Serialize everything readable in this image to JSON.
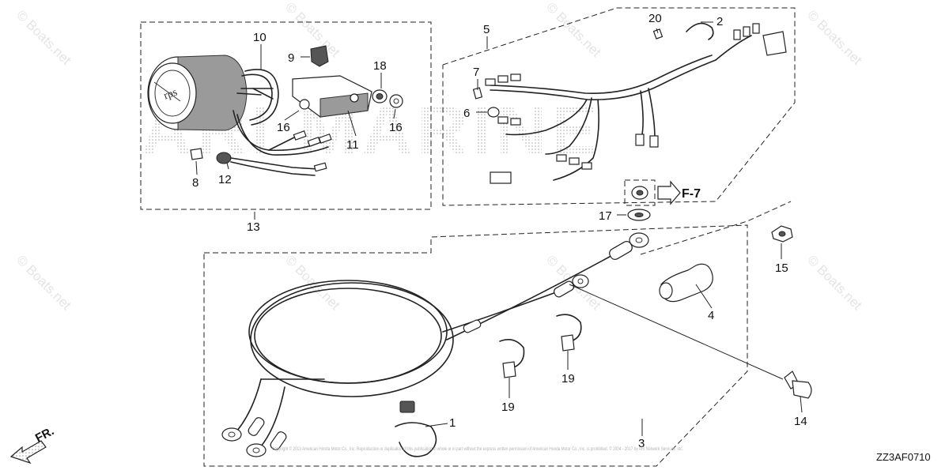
{
  "diagram_code": "ZZ3AF0710",
  "direction_indicator": "FR.",
  "reference": "F-7",
  "watermark": "© Boats.net",
  "copyright_notice": "Copyright © 2013 American Honda Motor Co., Inc. Reproduction or duplication of this publication in whole or in part without the express written permission of American Honda Motor Co., Inc. is prohibited. © 2004 - 2017 by ARI Network Services, Inc.",
  "background_brand_letters": "ARI MARINE",
  "callouts": {
    "c1": "1",
    "c2": "2",
    "c3": "3",
    "c4": "4",
    "c5": "5",
    "c6": "6",
    "c7": "7",
    "c8": "8",
    "c9": "9",
    "c10": "10",
    "c11": "11",
    "c12": "12",
    "c13": "13",
    "c14": "14",
    "c15": "15",
    "c16a": "16",
    "c16b": "16",
    "c17": "17",
    "c18": "18",
    "c19a": "19",
    "c19b": "19",
    "c20": "20"
  }
}
